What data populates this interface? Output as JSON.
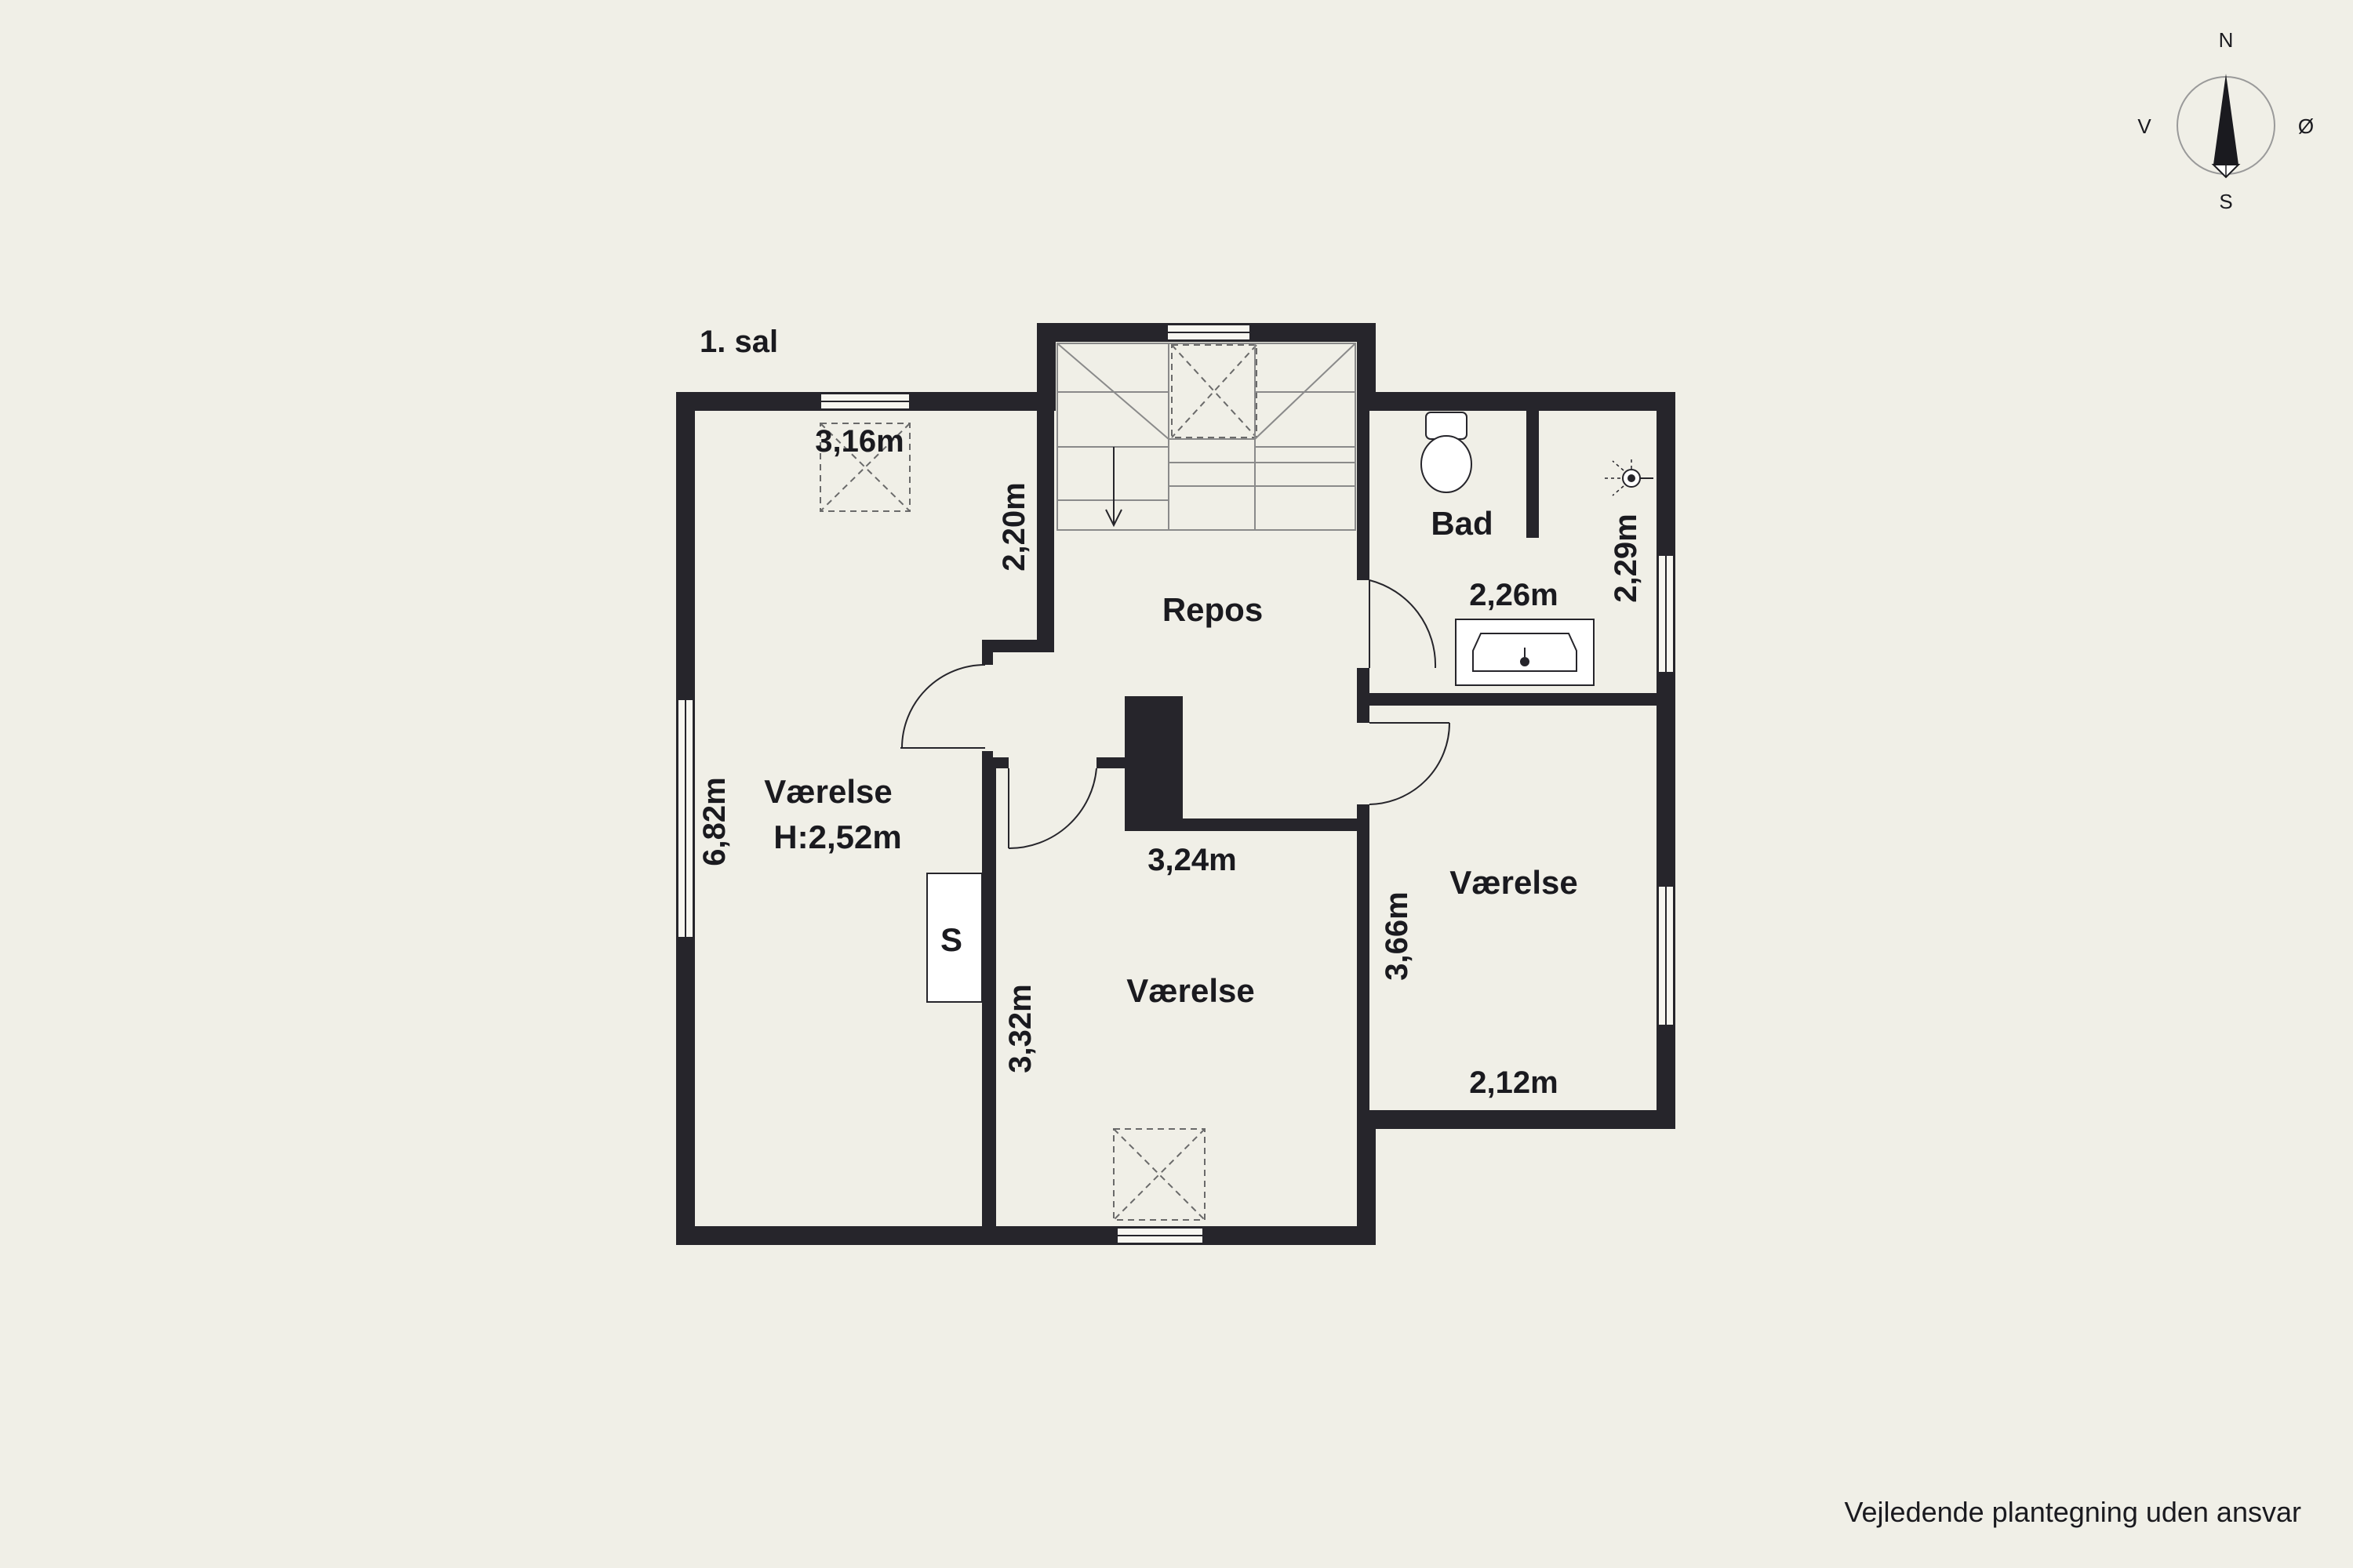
{
  "floor_label": "1. sal",
  "rooms": {
    "vaerelse_west": {
      "name": "Værelse",
      "height": "H:2,52m"
    },
    "repos": {
      "name": "Repos"
    },
    "bad": {
      "name": "Bad"
    },
    "vaerelse_south": {
      "name": "Værelse"
    },
    "vaerelse_east": {
      "name": "Værelse"
    }
  },
  "dimensions": {
    "west_width": "3,16m",
    "west_nook": "2,20m",
    "west_length": "6,82m",
    "south_width": "3,24m",
    "south_length": "3,32m",
    "bad_width": "2,26m",
    "bad_length": "2,29m",
    "east_length": "3,66m",
    "east_width": "2,12m"
  },
  "fixtures": {
    "chimney_label": "S"
  },
  "compass": {
    "north": "N",
    "south": "S",
    "west": "V",
    "east": "Ø"
  },
  "disclaimer": "Vejledende plantegning uden ansvar",
  "colors": {
    "background": "#f0efe7",
    "wall": "#26252b",
    "floor": "#efeee6"
  }
}
